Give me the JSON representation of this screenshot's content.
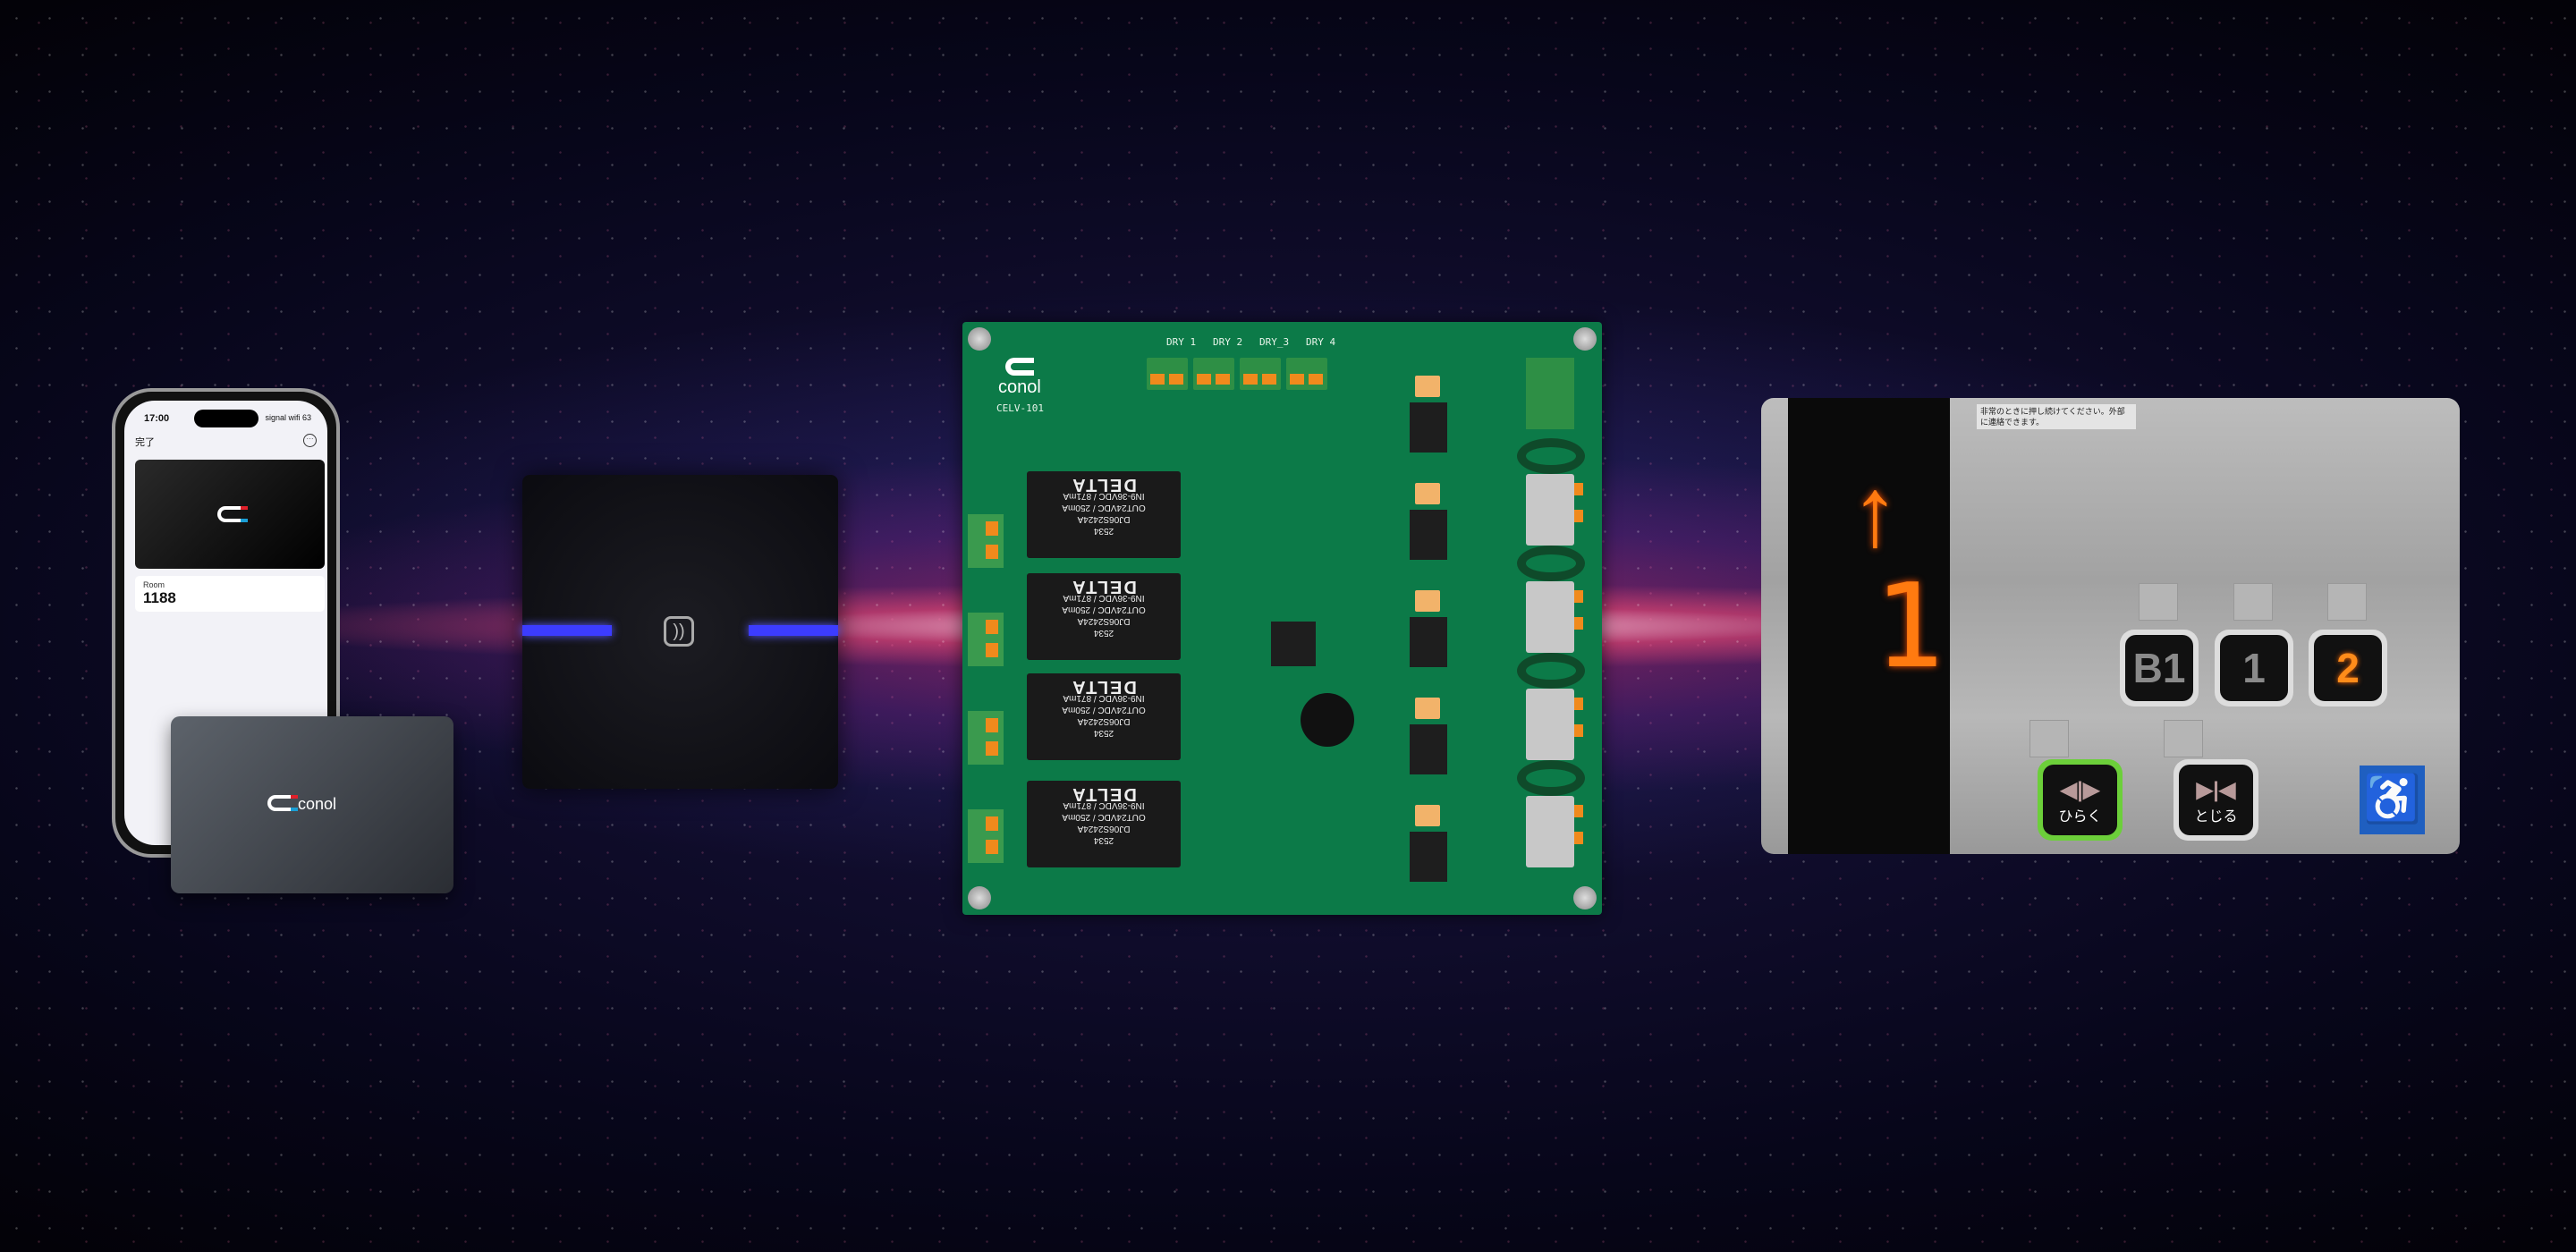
{
  "phone": {
    "time": "17:00",
    "status_icons": "signal wifi 63",
    "done_label": "完了",
    "more_icon": "ellipsis-circle-icon",
    "room_label": "Room",
    "room_number": "1188"
  },
  "keycard": {
    "brand": "conol"
  },
  "reader": {
    "icon": "nfc-icon",
    "led_color": "#3c3cff"
  },
  "pcb": {
    "brand": "conol",
    "model": "CELV-101",
    "dry_labels": [
      "DRY 1",
      "DRY 2",
      "DRY_3",
      "DRY 4"
    ],
    "relay": {
      "lines": [
        "2534",
        "DJ06S2424A",
        "OUT24VDC / 250mA",
        "IN9-36VDC / 871mA"
      ],
      "maker": "DELTA"
    }
  },
  "elevator": {
    "notice": "非常のときに押し続けてください。外部に連絡できます。",
    "display_floor": "1",
    "direction": "↑",
    "floor_buttons": [
      "B1",
      "1",
      "2"
    ],
    "active_floor": "2",
    "open_label": "ひらく",
    "close_label": "とじる",
    "open_symbol": "◀|▶",
    "close_symbol": "▶|◀",
    "accessibility_icon": "♿"
  }
}
